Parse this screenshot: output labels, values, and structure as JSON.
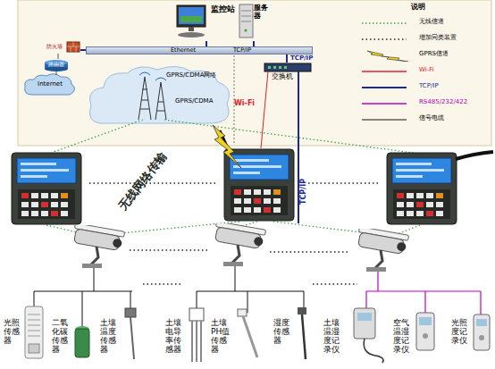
{
  "diagram": {
    "nodes": [
      {
        "text": [
          "监控站"
        ]
      },
      {
        "text": [
          "服务器"
        ]
      },
      {
        "text": [
          "防火墙"
        ]
      },
      {
        "text": [
          "路由器"
        ]
      },
      {
        "text": [
          "Internet"
        ]
      },
      {
        "text": [
          "GPRS/CDMA网络"
        ]
      },
      {
        "text": [
          "Ethernet",
          "TCP/IP"
        ]
      },
      {
        "text": [
          "交换机"
        ]
      },
      {
        "text": [
          "光照传感器"
        ]
      },
      {
        "text": [
          "二氧化碳传感器"
        ]
      },
      {
        "text": [
          "土壤温度传感器"
        ]
      },
      {
        "text": [
          "土壤电导率传感器"
        ]
      },
      {
        "text": [
          "土壤PH值传感器"
        ]
      },
      {
        "text": [
          "湿度传感器"
        ]
      },
      {
        "text": [
          "土壤温湿度记录仪"
        ]
      },
      {
        "text": [
          "空气温湿度记录仪"
        ]
      },
      {
        "text": [
          "光照度记录仪"
        ]
      }
    ],
    "edges": [
      {
        "from": 0,
        "to": 6,
        "arrow": "none"
      },
      {
        "from": 1,
        "to": 6,
        "arrow": "none"
      },
      {
        "from": 2,
        "to": 6,
        "arrow": "none"
      },
      {
        "from": 3,
        "to": 2,
        "arrow": "none"
      },
      {
        "from": 4,
        "to": 3,
        "arrow": "none"
      },
      {
        "from": 7,
        "to": 6,
        "label": "TCP/IP",
        "arrow": "none"
      }
    ],
    "labels": [
      "说明",
      "GPRS/CDMA",
      "Wi-Fi",
      "TCP/IP",
      "无线网络传输"
    ],
    "legend": [
      {
        "text": "无线信道"
      },
      {
        "text": "增加同类装置"
      },
      {
        "text": "GPRS信道"
      },
      {
        "text": "Wi-Fi"
      },
      {
        "text": "TCP/IP"
      },
      {
        "text": "RS485/232/422"
      },
      {
        "text": "信号电缆"
      }
    ]
  }
}
